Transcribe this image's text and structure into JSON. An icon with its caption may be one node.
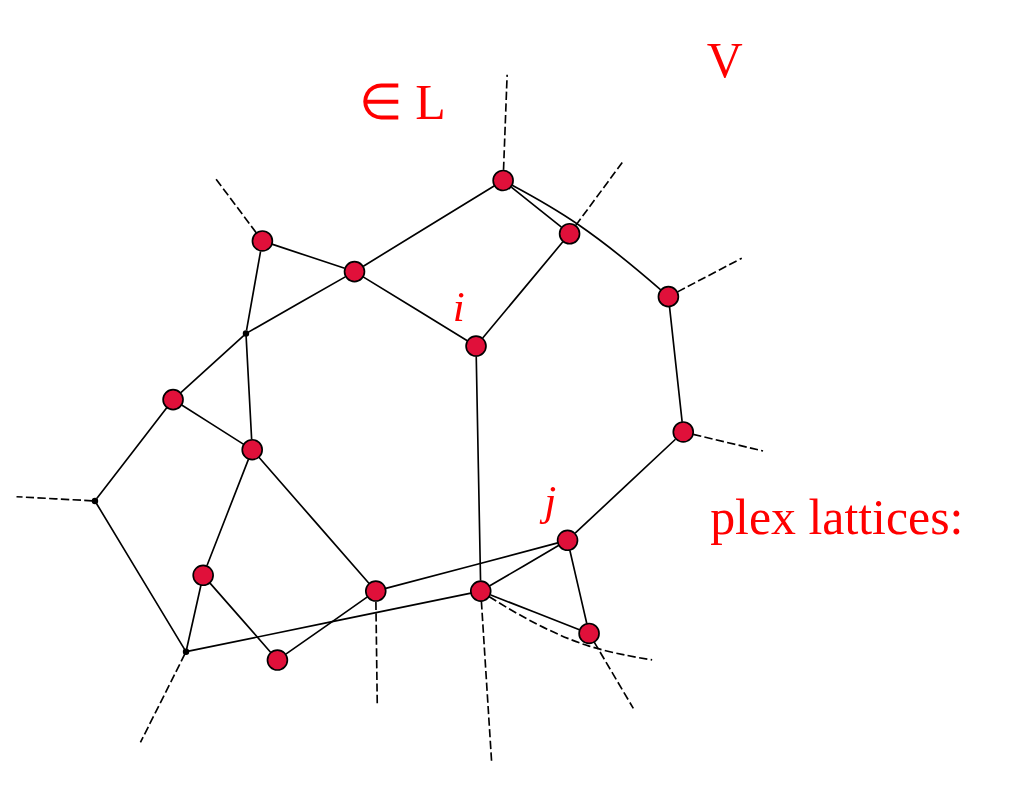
{
  "diagram": {
    "nodes": [
      {
        "text": [],
        "shape": "circle"
      },
      {
        "text": [],
        "shape": "circle"
      },
      {
        "text": [],
        "shape": "circle"
      },
      {
        "text": [],
        "shape": "circle",
        "beside": [
          "j"
        ]
      },
      {
        "text": [],
        "shape": "circle"
      },
      {
        "text": [],
        "shape": "circle"
      },
      {
        "text": [],
        "shape": "circle"
      },
      {
        "text": [],
        "shape": "circle"
      },
      {
        "text": [],
        "shape": "point"
      },
      {
        "text": [],
        "shape": "circle"
      },
      {
        "text": [],
        "shape": "circle",
        "beside": [
          "i"
        ]
      },
      {
        "text": [],
        "shape": "circle"
      },
      {
        "text": [],
        "shape": "circle"
      },
      {
        "text": [],
        "shape": "circle"
      },
      {
        "text": [],
        "shape": "circle"
      },
      {
        "text": [],
        "shape": "circle"
      },
      {
        "text": [],
        "shape": "point"
      },
      {
        "text": [],
        "shape": "point"
      }
    ],
    "edges": [
      {
        "from": 0,
        "to": 1,
        "arrow": "none"
      },
      {
        "from": 0,
        "to": 3,
        "arrow": "none"
      },
      {
        "from": 0,
        "to": 8,
        "arrow": "none"
      },
      {
        "from": 0,
        "to": 10,
        "arrow": "none"
      },
      {
        "from": 1,
        "to": 3,
        "arrow": "none"
      },
      {
        "from": 3,
        "to": 2,
        "arrow": "none"
      },
      {
        "from": 3,
        "to": 5,
        "arrow": "none"
      },
      {
        "from": 2,
        "to": 7,
        "arrow": "none"
      },
      {
        "from": 4,
        "to": 5,
        "arrow": "none"
      },
      {
        "from": 4,
        "to": 6,
        "arrow": "none"
      },
      {
        "from": 6,
        "to": 8,
        "arrow": "none"
      },
      {
        "from": 6,
        "to": 12,
        "arrow": "none"
      },
      {
        "from": 5,
        "to": 12,
        "arrow": "none"
      },
      {
        "from": 8,
        "to": 16,
        "arrow": "none"
      },
      {
        "from": 7,
        "to": 11,
        "arrow": "none"
      },
      {
        "from": 9,
        "to": 10,
        "arrow": "none"
      },
      {
        "from": 9,
        "to": 11,
        "arrow": "none"
      },
      {
        "from": 10,
        "to": 13,
        "arrow": "none"
      },
      {
        "from": 13,
        "to": 11,
        "arrow": "none"
      },
      {
        "from": 13,
        "to": 17,
        "arrow": "none"
      },
      {
        "from": 13,
        "to": 15,
        "arrow": "none"
      },
      {
        "from": 12,
        "to": 14,
        "arrow": "none"
      },
      {
        "from": 12,
        "to": 17,
        "arrow": "none"
      },
      {
        "from": 14,
        "to": 16,
        "arrow": "none"
      },
      {
        "from": 14,
        "to": 17,
        "arrow": "none"
      },
      {
        "from": 17,
        "to": 15,
        "arrow": "none"
      },
      {
        "from": 0,
        "to": null,
        "arrow": "none",
        "style": "dashed"
      },
      {
        "from": 0,
        "to": null,
        "arrow": "none",
        "style": "dashed"
      },
      {
        "from": 1,
        "to": null,
        "arrow": "none",
        "style": "dashed"
      },
      {
        "from": 2,
        "to": null,
        "arrow": "none",
        "style": "dashed"
      },
      {
        "from": 5,
        "to": null,
        "arrow": "none",
        "style": "dashed"
      },
      {
        "from": 8,
        "to": null,
        "arrow": "none",
        "style": "dashed"
      },
      {
        "from": 7,
        "to": null,
        "arrow": "none",
        "style": "dashed"
      },
      {
        "from": 9,
        "to": null,
        "arrow": "none",
        "style": "dashed"
      },
      {
        "from": 11,
        "to": null,
        "arrow": "none",
        "style": "dashed"
      },
      {
        "from": 15,
        "to": null,
        "arrow": "none",
        "style": "dashed"
      },
      {
        "from": 16,
        "to": null,
        "arrow": "none",
        "style": "dashed"
      }
    ],
    "labels": [
      "plex lattices:",
      "V",
      "∈ L"
    ]
  }
}
